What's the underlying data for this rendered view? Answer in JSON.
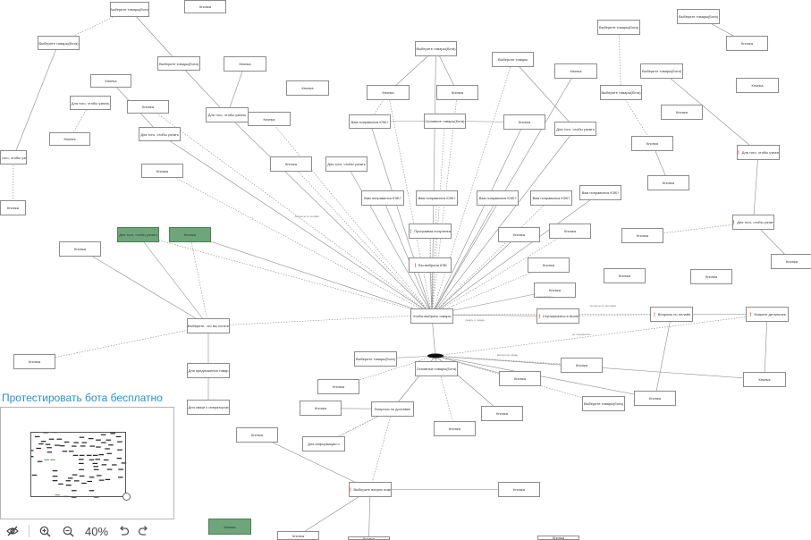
{
  "ui": {
    "promo_link": "Протестировать бота бесплатно",
    "zoom_level": "40%"
  },
  "colors": {
    "node_border": "#8c8c8c",
    "node_green": "#6fa57a",
    "link_blue": "#2a8fd6",
    "edge": "#8a8a8a"
  },
  "diagram": {
    "nodes": [
      {
        "id": "n1",
        "label": "Выберите товары(бота)",
        "kind": "plain"
      },
      {
        "id": "n2",
        "label": "Кнопка",
        "kind": "plain"
      },
      {
        "id": "n3",
        "label": "Выберите товары(бота)",
        "kind": "plain"
      },
      {
        "id": "n4",
        "label": "Выберите товары(бота)",
        "kind": "plain"
      },
      {
        "id": "n5",
        "label": "Кнопка",
        "kind": "plain"
      },
      {
        "id": "n6",
        "label": "Кнопка",
        "kind": "plain"
      },
      {
        "id": "n7",
        "label": "Для того, чтобы узнать",
        "kind": "plain"
      },
      {
        "id": "n8",
        "label": "Кнопка",
        "kind": "plain"
      },
      {
        "id": "n9",
        "label": "Кнопка",
        "kind": "plain"
      },
      {
        "id": "n10",
        "label": "Для того, чтобы узнать",
        "kind": "plain"
      },
      {
        "id": "n11",
        "label": "Кнопка",
        "kind": "plain"
      },
      {
        "id": "n12",
        "label": "Для того, чтобы узнать",
        "kind": "plain"
      },
      {
        "id": "n13",
        "label": "Кнопка",
        "kind": "plain"
      },
      {
        "id": "n14",
        "label": "Выберите товары(бота)",
        "kind": "plain"
      },
      {
        "id": "n15",
        "label": "Кнопка",
        "kind": "plain"
      },
      {
        "id": "n16",
        "label": "Вам понравился КЭБ?",
        "kind": "plain"
      },
      {
        "id": "n17",
        "label": "Основное товары(бота)",
        "kind": "plain"
      },
      {
        "id": "n18",
        "label": "Кнопка",
        "kind": "plain"
      },
      {
        "id": "n19",
        "label": "Кнопка",
        "kind": "plain"
      },
      {
        "id": "n20",
        "label": "Для того, чтобы узнать",
        "kind": "plain"
      },
      {
        "id": "n21",
        "label": "Кнопка",
        "kind": "plain"
      },
      {
        "id": "n22",
        "label": "Вам понравился КЭБ?",
        "kind": "plain"
      },
      {
        "id": "n23",
        "label": "Вам понравился КЭБ?",
        "kind": "plain"
      },
      {
        "id": "n24",
        "label": "Вам понравился КЭБ?",
        "kind": "plain"
      },
      {
        "id": "n25",
        "label": "Вам понравился КЭБ?",
        "kind": "plain"
      },
      {
        "id": "n26",
        "label": "Вам понравился КЭБ?",
        "kind": "plain"
      },
      {
        "id": "n27",
        "label": "Кнопка",
        "kind": "plain"
      },
      {
        "id": "n28",
        "label": "Для того, чтобы узнать",
        "kind": "plain"
      },
      {
        "id": "n29",
        "label": "Для того, чтобы узнать",
        "kind": "green"
      },
      {
        "id": "n30",
        "label": "Кнопка",
        "kind": "green"
      },
      {
        "id": "n31",
        "label": "Кнопка",
        "kind": "plain"
      },
      {
        "id": "n32",
        "label": "Программа получения",
        "kind": "plain"
      },
      {
        "id": "n33",
        "label": "Кнопка",
        "kind": "plain"
      },
      {
        "id": "n34",
        "label": "Кнопка",
        "kind": "plain"
      },
      {
        "id": "n35",
        "label": "Вы выбрали КЭБ",
        "kind": "plain"
      },
      {
        "id": "n36",
        "label": "Кнопка",
        "kind": "plain"
      },
      {
        "id": "n37",
        "label": "Кнопка",
        "kind": "plain"
      },
      {
        "id": "n38",
        "label": "Кнопка",
        "kind": "plain"
      },
      {
        "id": "n39",
        "label": "Кнопка",
        "kind": "plain"
      },
      {
        "id": "n40",
        "label": "Выберите, что вы хотите",
        "kind": "plain"
      },
      {
        "id": "n41",
        "label": "Чтобы выбрать товары",
        "kind": "plain"
      },
      {
        "id": "n42",
        "label": "Сертификаты в Шопе",
        "kind": "plain"
      },
      {
        "id": "n43",
        "label": "Вопросы по онлайн",
        "kind": "plain"
      },
      {
        "id": "n44",
        "label": "Укажите детальнее",
        "kind": "plain"
      },
      {
        "id": "n45",
        "label": "Кнопка",
        "kind": "plain"
      },
      {
        "id": "n46",
        "label": "Кнопка",
        "kind": "plain"
      },
      {
        "id": "n47",
        "label": "Кнопка",
        "kind": "plain"
      },
      {
        "id": "n48",
        "label": "Для предложения товар",
        "kind": "plain"
      },
      {
        "id": "n49",
        "label": "Основные товары(бота)",
        "kind": "plain"
      },
      {
        "id": "n50",
        "label": "Выберите товары(бота)",
        "kind": "plain"
      },
      {
        "id": "n51",
        "label": "Кнопка",
        "kind": "plain"
      },
      {
        "id": "n52",
        "label": "Кнопка",
        "kind": "plain"
      },
      {
        "id": "n53",
        "label": "Кнопка",
        "kind": "plain"
      },
      {
        "id": "n54",
        "label": "Выберите товары(бота)",
        "kind": "plain"
      },
      {
        "id": "n55",
        "label": "Для связи с оператором",
        "kind": "plain"
      },
      {
        "id": "n56",
        "label": "Кнопка",
        "kind": "plain"
      },
      {
        "id": "n57",
        "label": "Кнопка",
        "kind": "plain"
      },
      {
        "id": "n58",
        "label": "Кнопка",
        "kind": "plain"
      },
      {
        "id": "n59",
        "label": "Кнопка",
        "kind": "plain"
      },
      {
        "id": "n60",
        "label": "Вопросы по доставке",
        "kind": "plain"
      },
      {
        "id": "n61",
        "label": "Кнопка",
        "kind": "plain"
      },
      {
        "id": "n62",
        "label": "Кнопка",
        "kind": "plain"
      },
      {
        "id": "n63",
        "label": "Для информации о",
        "kind": "plain"
      },
      {
        "id": "n64",
        "label": "Кнопка",
        "kind": "plain"
      },
      {
        "id": "n65",
        "label": "Выберите вопрос ниже",
        "kind": "plain"
      },
      {
        "id": "n66",
        "label": "Кнопка",
        "kind": "plain"
      },
      {
        "id": "n67",
        "label": "Кнопка",
        "kind": "green"
      },
      {
        "id": "n68",
        "label": "Кнопка",
        "kind": "plain"
      },
      {
        "id": "n69",
        "label": "Выберите товары(бота)",
        "kind": "plain"
      },
      {
        "id": "n70",
        "label": "Выберите товары(бота)",
        "kind": "plain"
      },
      {
        "id": "n71",
        "label": "Кнопка",
        "kind": "plain"
      },
      {
        "id": "n72",
        "label": "Выберите товары(бота)",
        "kind": "plain"
      },
      {
        "id": "n73",
        "label": "Выберите товары(бота)",
        "kind": "plain"
      },
      {
        "id": "n74",
        "label": "Кнопка",
        "kind": "plain"
      },
      {
        "id": "n75",
        "label": "Для того, чтобы узнать",
        "kind": "plain"
      },
      {
        "id": "n76",
        "label": "Кнопка",
        "kind": "plain"
      },
      {
        "id": "n77",
        "label": "Для того, чтобы узнать",
        "kind": "plain"
      },
      {
        "id": "n78",
        "label": "Кнопка",
        "kind": "plain"
      },
      {
        "id": "n79",
        "label": "Выберите товары",
        "kind": "plain"
      },
      {
        "id": "n80",
        "label": "Кнопка",
        "kind": "plain"
      },
      {
        "id": "n81",
        "label": "Кнопка",
        "kind": "plain"
      },
      {
        "id": "n82",
        "label": "Кнопка",
        "kind": "plain"
      },
      {
        "id": "n83",
        "label": "Кнопка",
        "kind": "plain"
      },
      {
        "id": "n84",
        "label": "Кнопка",
        "kind": "plain"
      },
      {
        "id": "n85",
        "label": "Для того, чтобы узнать",
        "kind": "plain"
      },
      {
        "id": "n86",
        "label": "Кнопка",
        "kind": "plain"
      },
      {
        "id": "n87",
        "label": "Кнопка",
        "kind": "plain"
      }
    ],
    "edge_labels": [
      "узнать о товаре",
      "не понравился",
      "вернуться назад",
      "сертификаты",
      "вопросы по доставке",
      "вопросы по онлайн"
    ]
  }
}
